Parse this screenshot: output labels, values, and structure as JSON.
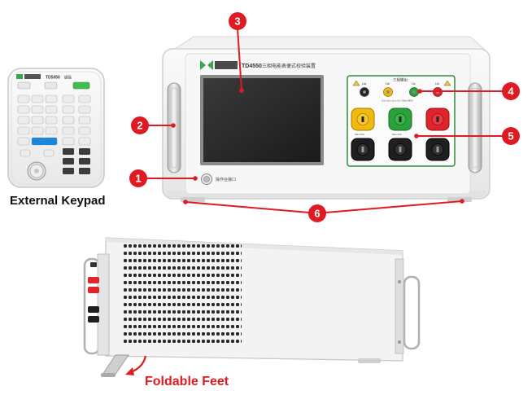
{
  "colors": {
    "accent_red": "#e01a22",
    "panel_white": "#f4f4f4",
    "frame_green": "#2e8b3a",
    "screen_dark": "#262626",
    "brand_green": "#3aa64a",
    "vent_dark": "#2a2a2a"
  },
  "front_panel": {
    "model": "TD4550",
    "title": "三相电能表便式校验装置",
    "port_label": "操作台接口",
    "terminal_header": "三相输出",
    "terminal_labels": [
      "Ua",
      "Ub",
      "Uc",
      "Un"
    ],
    "terminal_note": "Ua+,Ub+,Uc+,Un / Max:480V",
    "current_note": "Max:20A"
  },
  "keypad": {
    "model": "TD5050",
    "title_tag": "键盘",
    "caption": "External Keypad"
  },
  "callouts": [
    "1",
    "2",
    "3",
    "4",
    "5",
    "6"
  ],
  "side_view": {
    "caption": "Foldable Feet"
  }
}
